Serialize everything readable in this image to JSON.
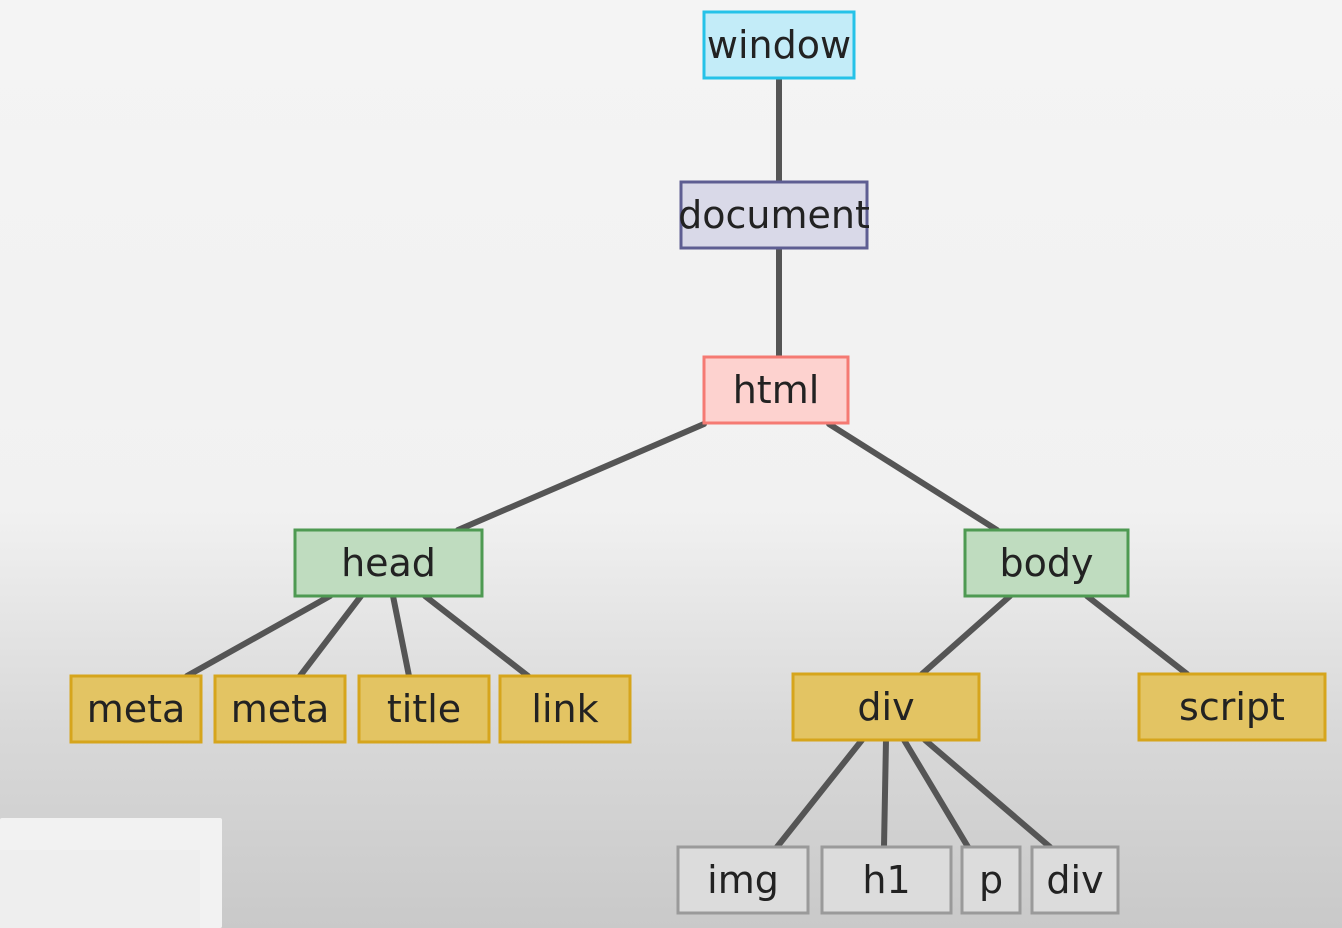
{
  "colors": {
    "window": {
      "fill": "#c3ecf8",
      "stroke": "#25c2e8"
    },
    "document": {
      "fill": "#d9d9e8",
      "stroke": "#5e5e92"
    },
    "html": {
      "fill": "#fdd2cf",
      "stroke": "#f57a73"
    },
    "structural": {
      "fill": "#bfdcbf",
      "stroke": "#4e9a52"
    },
    "leaf": {
      "fill": "#e3c463",
      "stroke": "#d6a51c"
    },
    "grandchild": {
      "fill": "#dcdcdc",
      "stroke": "#9a9a9a"
    },
    "edge": "#555555"
  },
  "nodes": {
    "window": {
      "label": "window",
      "style": "window"
    },
    "document": {
      "label": "document",
      "style": "document"
    },
    "html": {
      "label": "html",
      "style": "html"
    },
    "head": {
      "label": "head",
      "style": "structural"
    },
    "body": {
      "label": "body",
      "style": "structural"
    },
    "meta1": {
      "label": "meta",
      "style": "leaf"
    },
    "meta2": {
      "label": "meta",
      "style": "leaf"
    },
    "title": {
      "label": "title",
      "style": "leaf"
    },
    "link": {
      "label": "link",
      "style": "leaf"
    },
    "div": {
      "label": "div",
      "style": "leaf"
    },
    "script": {
      "label": "script",
      "style": "leaf"
    },
    "img": {
      "label": "img",
      "style": "grandchild"
    },
    "h1": {
      "label": "h1",
      "style": "grandchild"
    },
    "p": {
      "label": "p",
      "style": "grandchild"
    },
    "div2": {
      "label": "div",
      "style": "grandchild"
    }
  },
  "edges": [
    [
      "window",
      "document"
    ],
    [
      "document",
      "html"
    ],
    [
      "html",
      "head"
    ],
    [
      "html",
      "body"
    ],
    [
      "head",
      "meta1"
    ],
    [
      "head",
      "meta2"
    ],
    [
      "head",
      "title"
    ],
    [
      "head",
      "link"
    ],
    [
      "body",
      "div"
    ],
    [
      "body",
      "script"
    ],
    [
      "div",
      "img"
    ],
    [
      "div",
      "h1"
    ],
    [
      "div",
      "p"
    ],
    [
      "div",
      "div2"
    ]
  ]
}
